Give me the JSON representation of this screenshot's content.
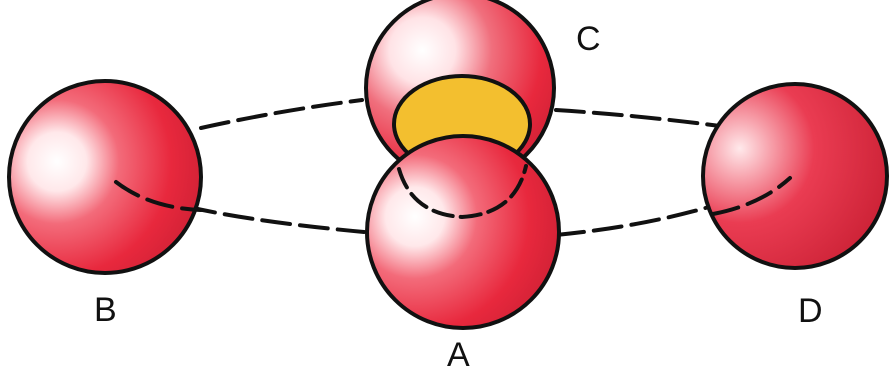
{
  "labels": {
    "a": "A",
    "b": "B",
    "c": "C",
    "d": "D"
  },
  "colors": {
    "sphere_red": "#e8283d",
    "sphere_highlight": "#ffe8ea",
    "overlap_yellow": "#f3bf2f",
    "outline": "#111111",
    "background": "#ffffff"
  }
}
